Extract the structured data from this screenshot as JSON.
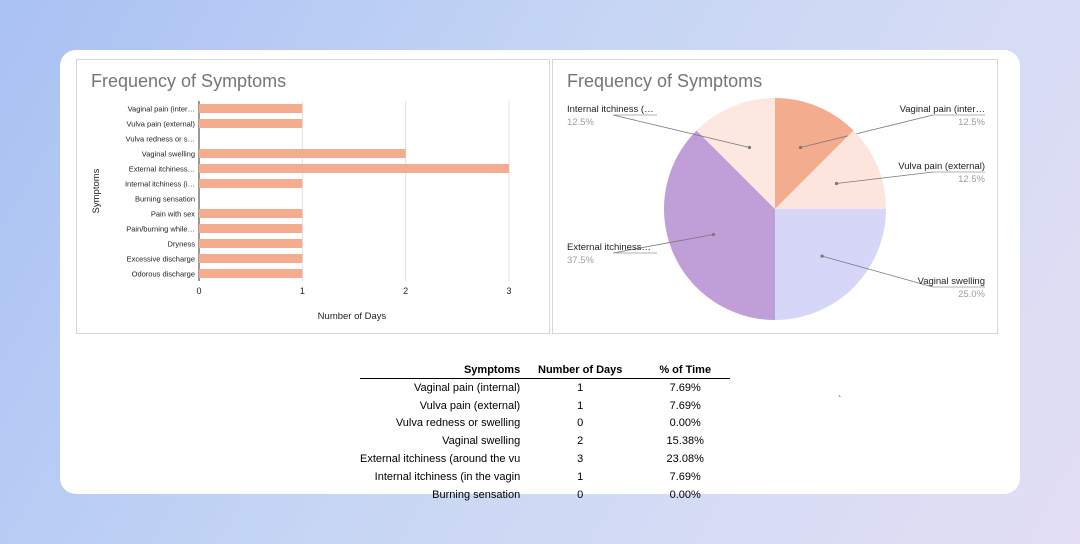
{
  "chart_data": [
    {
      "type": "bar",
      "orientation": "horizontal",
      "title": "Frequency of Symptoms",
      "xlabel": "Number of Days",
      "ylabel": "Symptoms",
      "categories": [
        "Vaginal pain (inter…",
        "Vulva pain (external)",
        "Vulva redness or s…",
        "Vaginal swelling",
        "External itchiness…",
        "Internal itchiness (i…",
        "Burning sensation",
        "Pain with sex",
        "Pain/burning while…",
        "Dryness",
        "Excessive discharge",
        "Odorous discharge"
      ],
      "values": [
        1,
        1,
        0,
        2,
        3,
        1,
        0,
        1,
        1,
        1,
        1,
        1
      ],
      "xticks": [
        "0",
        "1",
        "2",
        "3"
      ],
      "xlim": [
        0,
        3
      ],
      "grid": true,
      "color": "#f4ac8e"
    },
    {
      "type": "pie",
      "title": "Frequency of Symptoms",
      "slices": [
        {
          "label": "Vaginal pain (inter…",
          "value": 12.5,
          "pct": "12.5%",
          "color": "#f4ac8e"
        },
        {
          "label": "Vulva pain (external)",
          "value": 12.5,
          "pct": "12.5%",
          "color": "#fce5dc"
        },
        {
          "label": "Vaginal swelling",
          "value": 25.0,
          "pct": "25.0%",
          "color": "#d6d6f8"
        },
        {
          "label": "External itchiness…",
          "value": 37.5,
          "pct": "37.5%",
          "color": "#c09fd8"
        },
        {
          "label": "Internal itchiness (…",
          "value": 12.5,
          "pct": "12.5%",
          "color": "#fce8e0"
        }
      ]
    }
  ],
  "table": {
    "headers": [
      "Symptoms",
      "Number of Days",
      "% of Time"
    ],
    "rows": [
      [
        "Vaginal pain (internal)",
        "1",
        "7.69%"
      ],
      [
        "Vulva pain (external)",
        "1",
        "7.69%"
      ],
      [
        "Vulva redness or swelling",
        "0",
        "0.00%"
      ],
      [
        "Vaginal swelling",
        "2",
        "15.38%"
      ],
      [
        "External itchiness (around the vu",
        "3",
        "23.08%"
      ],
      [
        "Internal itchiness (in the vagin",
        "1",
        "7.69%"
      ],
      [
        "Burning sensation",
        "0",
        "0.00%"
      ]
    ]
  },
  "stray_mark": "`"
}
